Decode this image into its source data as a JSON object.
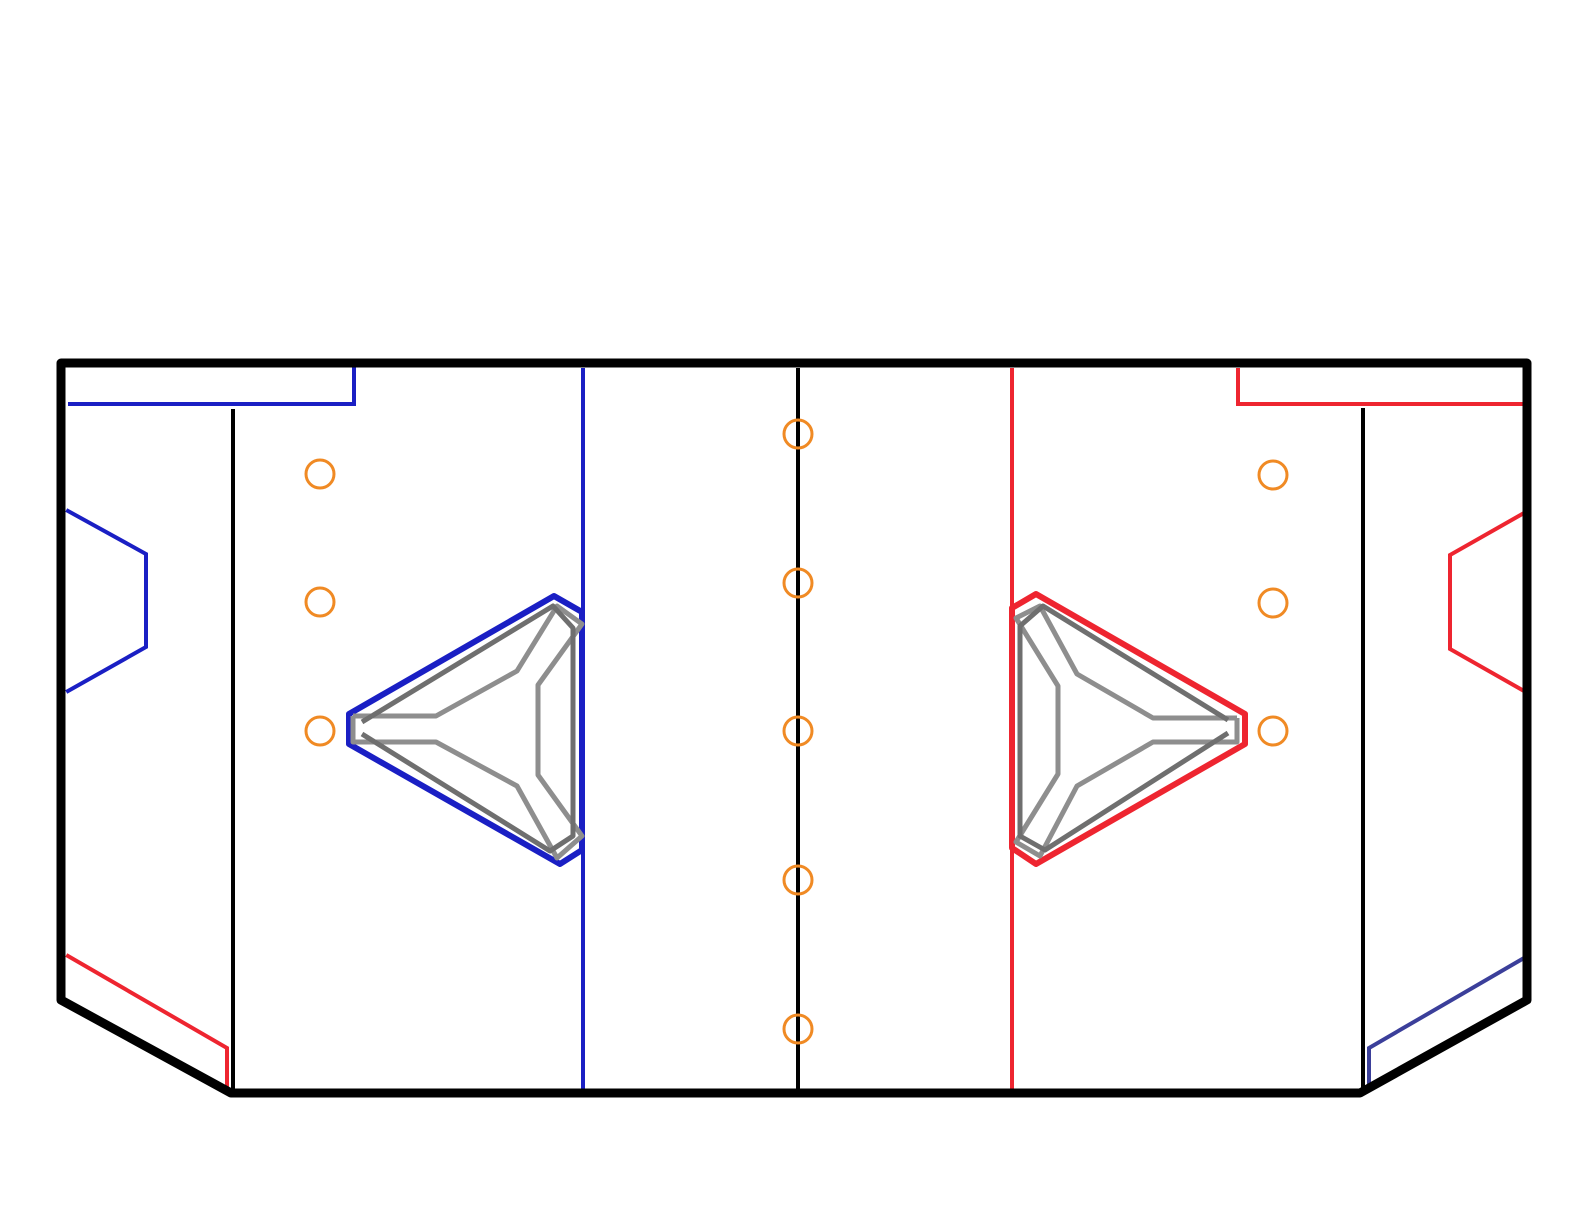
{
  "colors": {
    "border": "#000000",
    "blue": "#1a1fc4",
    "red": "#ee2530",
    "navy": "#3b3f9a",
    "gray": "#8e8e8e",
    "gray_dark": "#6f6f6f",
    "orange": "#f08a24",
    "background": "#ffffff"
  },
  "legend": {
    "markers": "orange circles",
    "left_alliance": "blue",
    "right_alliance": "red",
    "structures": "gray"
  },
  "counts": {
    "markers": 11,
    "structures": 2
  }
}
